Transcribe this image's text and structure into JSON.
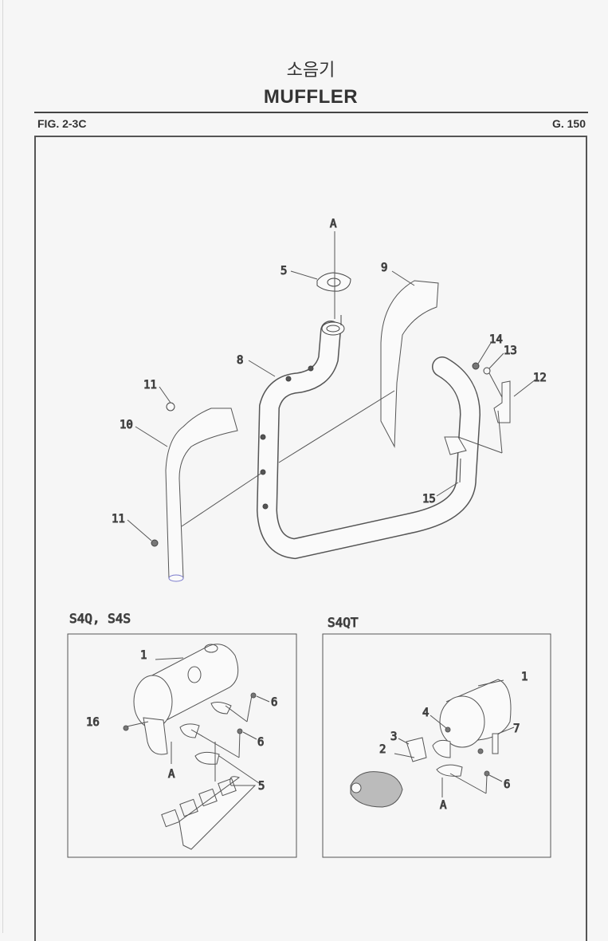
{
  "header": {
    "title_korean": "소음기",
    "title": "MUFFLER",
    "figure": "FIG. 2-3C",
    "page": "G. 150"
  },
  "main_diagram": {
    "callouts": {
      "a": "A",
      "c5": "5",
      "c9": "9",
      "c8": "8",
      "c14": "14",
      "c13": "13",
      "c12": "12",
      "c11a": "11",
      "c10": "10",
      "c11b": "11",
      "c15": "15"
    }
  },
  "inset_left": {
    "label": "S4Q, S4S",
    "callouts": {
      "c1": "1",
      "c6a": "6",
      "c16": "16",
      "c6b": "6",
      "a": "A",
      "c5": "5"
    }
  },
  "inset_right": {
    "label": "S4QT",
    "callouts": {
      "c1": "1",
      "c4": "4",
      "c3": "3",
      "c7": "7",
      "c2": "2",
      "c6": "6",
      "a": "A"
    }
  }
}
